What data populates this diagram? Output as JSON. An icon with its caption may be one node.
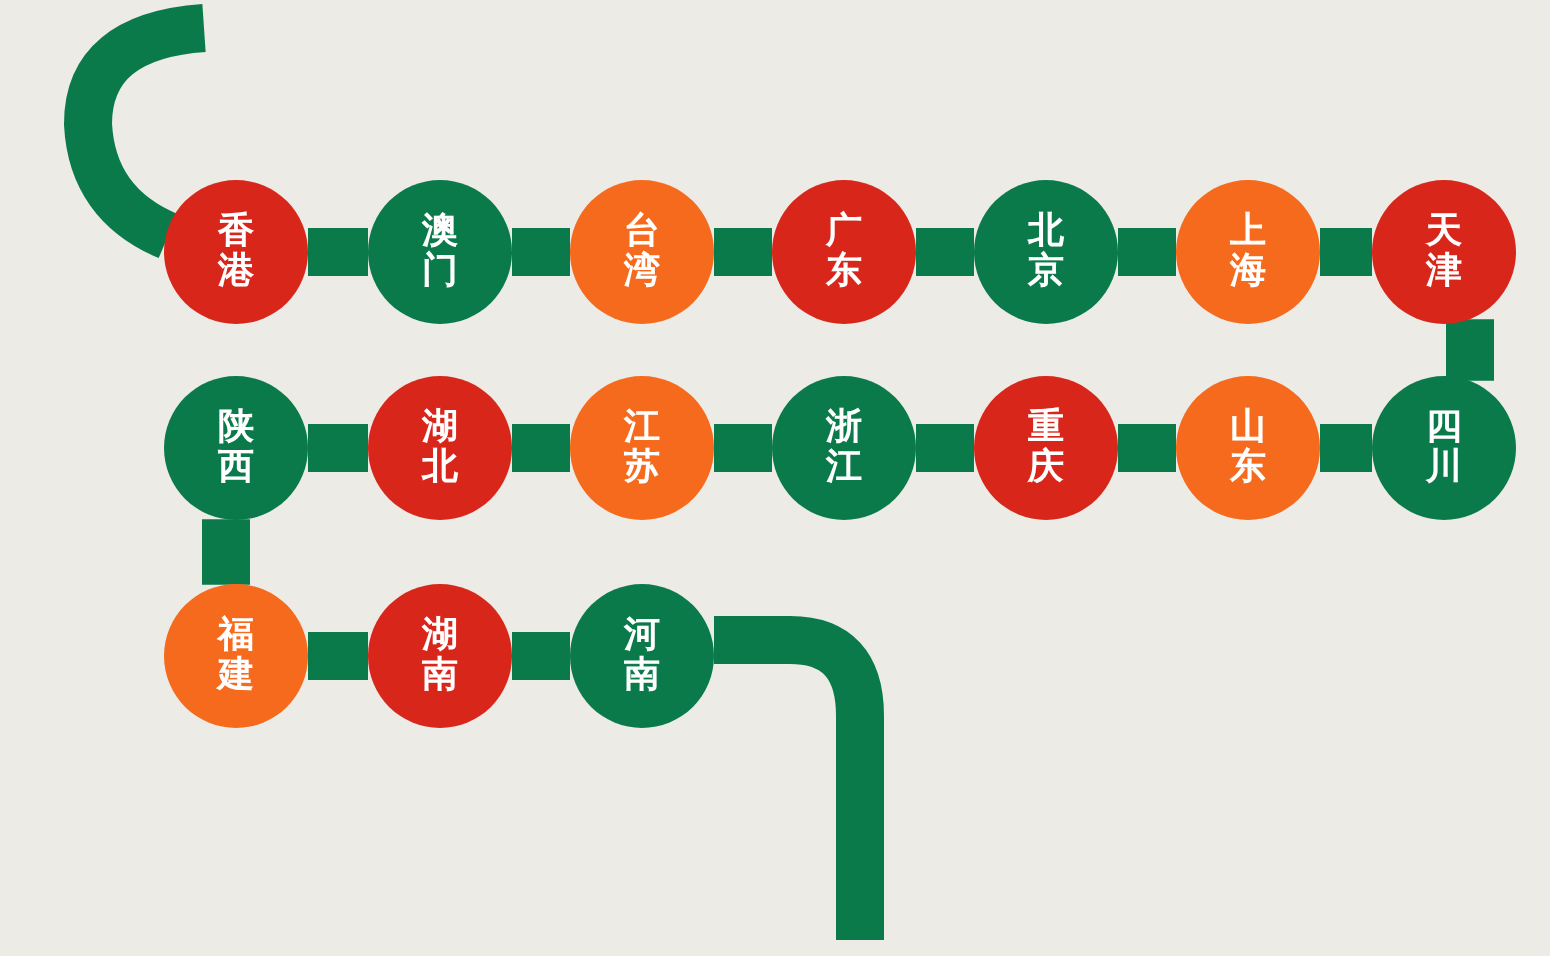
{
  "diagram": {
    "nodes": [
      {
        "text": [
          "香港"
        ]
      },
      {
        "text": [
          "澳门"
        ]
      },
      {
        "text": [
          "台湾"
        ]
      },
      {
        "text": [
          "广东"
        ]
      },
      {
        "text": [
          "北京"
        ]
      },
      {
        "text": [
          "上海"
        ]
      },
      {
        "text": [
          "天津"
        ]
      },
      {
        "text": [
          "四川"
        ]
      },
      {
        "text": [
          "山东"
        ]
      },
      {
        "text": [
          "重庆"
        ]
      },
      {
        "text": [
          "浙江"
        ]
      },
      {
        "text": [
          "江苏"
        ]
      },
      {
        "text": [
          "湖北"
        ]
      },
      {
        "text": [
          "陕西"
        ]
      },
      {
        "text": [
          "福建"
        ]
      },
      {
        "text": [
          "湖南"
        ]
      },
      {
        "text": [
          "河南"
        ]
      }
    ],
    "edges": [
      {
        "from": null,
        "to": 0,
        "arrow": "none"
      },
      {
        "from": 0,
        "to": 1,
        "arrow": "none"
      },
      {
        "from": 1,
        "to": 2,
        "arrow": "none"
      },
      {
        "from": 2,
        "to": 3,
        "arrow": "none"
      },
      {
        "from": 3,
        "to": 4,
        "arrow": "none"
      },
      {
        "from": 4,
        "to": 5,
        "arrow": "none"
      },
      {
        "from": 5,
        "to": 6,
        "arrow": "none"
      },
      {
        "from": 6,
        "to": 7,
        "arrow": "none"
      },
      {
        "from": 7,
        "to": 8,
        "arrow": "none"
      },
      {
        "from": 8,
        "to": 9,
        "arrow": "none"
      },
      {
        "from": 9,
        "to": 10,
        "arrow": "none"
      },
      {
        "from": 10,
        "to": 11,
        "arrow": "none"
      },
      {
        "from": 11,
        "to": 12,
        "arrow": "none"
      },
      {
        "from": 12,
        "to": 13,
        "arrow": "none"
      },
      {
        "from": 13,
        "to": 14,
        "arrow": "none"
      },
      {
        "from": 14,
        "to": 15,
        "arrow": "none"
      },
      {
        "from": 15,
        "to": 16,
        "arrow": "none"
      },
      {
        "from": 16,
        "to": null,
        "arrow": "none"
      }
    ]
  }
}
